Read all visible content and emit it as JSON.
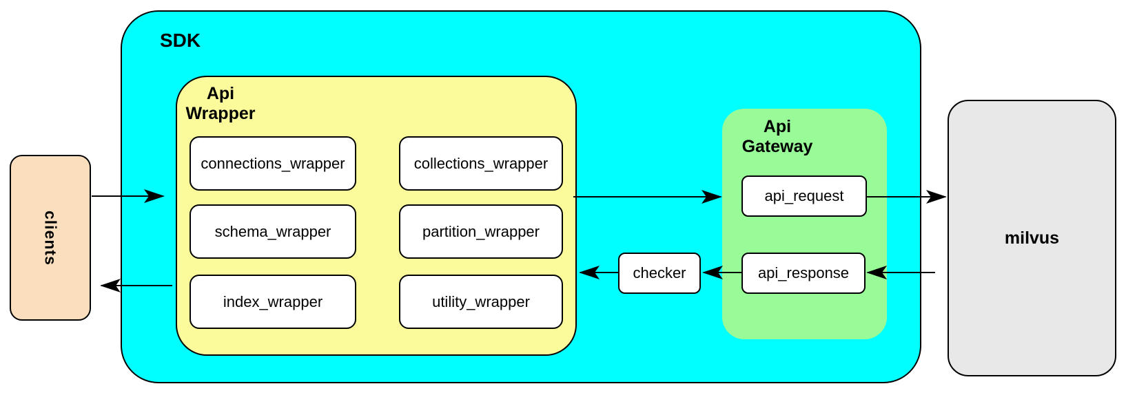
{
  "nodes": {
    "clients": {
      "label": "clients"
    },
    "sdk": {
      "label": "SDK"
    },
    "api_wrapper": {
      "title_line1": "Api",
      "title_line2": "Wrapper",
      "modules": [
        {
          "label": "connections_wrapper"
        },
        {
          "label": "collections_wrapper"
        },
        {
          "label": "schema_wrapper"
        },
        {
          "label": "partition_wrapper"
        },
        {
          "label": "index_wrapper"
        },
        {
          "label": "utility_wrapper"
        }
      ]
    },
    "checker": {
      "label": "checker"
    },
    "api_gateway": {
      "title_line1": "Api",
      "title_line2": "Gateway",
      "request": {
        "label": "api_request"
      },
      "response": {
        "label": "api_response"
      }
    },
    "milvus": {
      "label": "milvus"
    }
  },
  "colors": {
    "clients_fill": "#FBDEBD",
    "sdk_fill": "#00FFFF",
    "api_wrapper_fill": "#FBFB9B",
    "api_gateway_fill": "#98FB98",
    "milvus_fill": "#E8E8E8",
    "module_fill": "#FFFFFF",
    "border": "#000000",
    "arrow": "#000000"
  }
}
